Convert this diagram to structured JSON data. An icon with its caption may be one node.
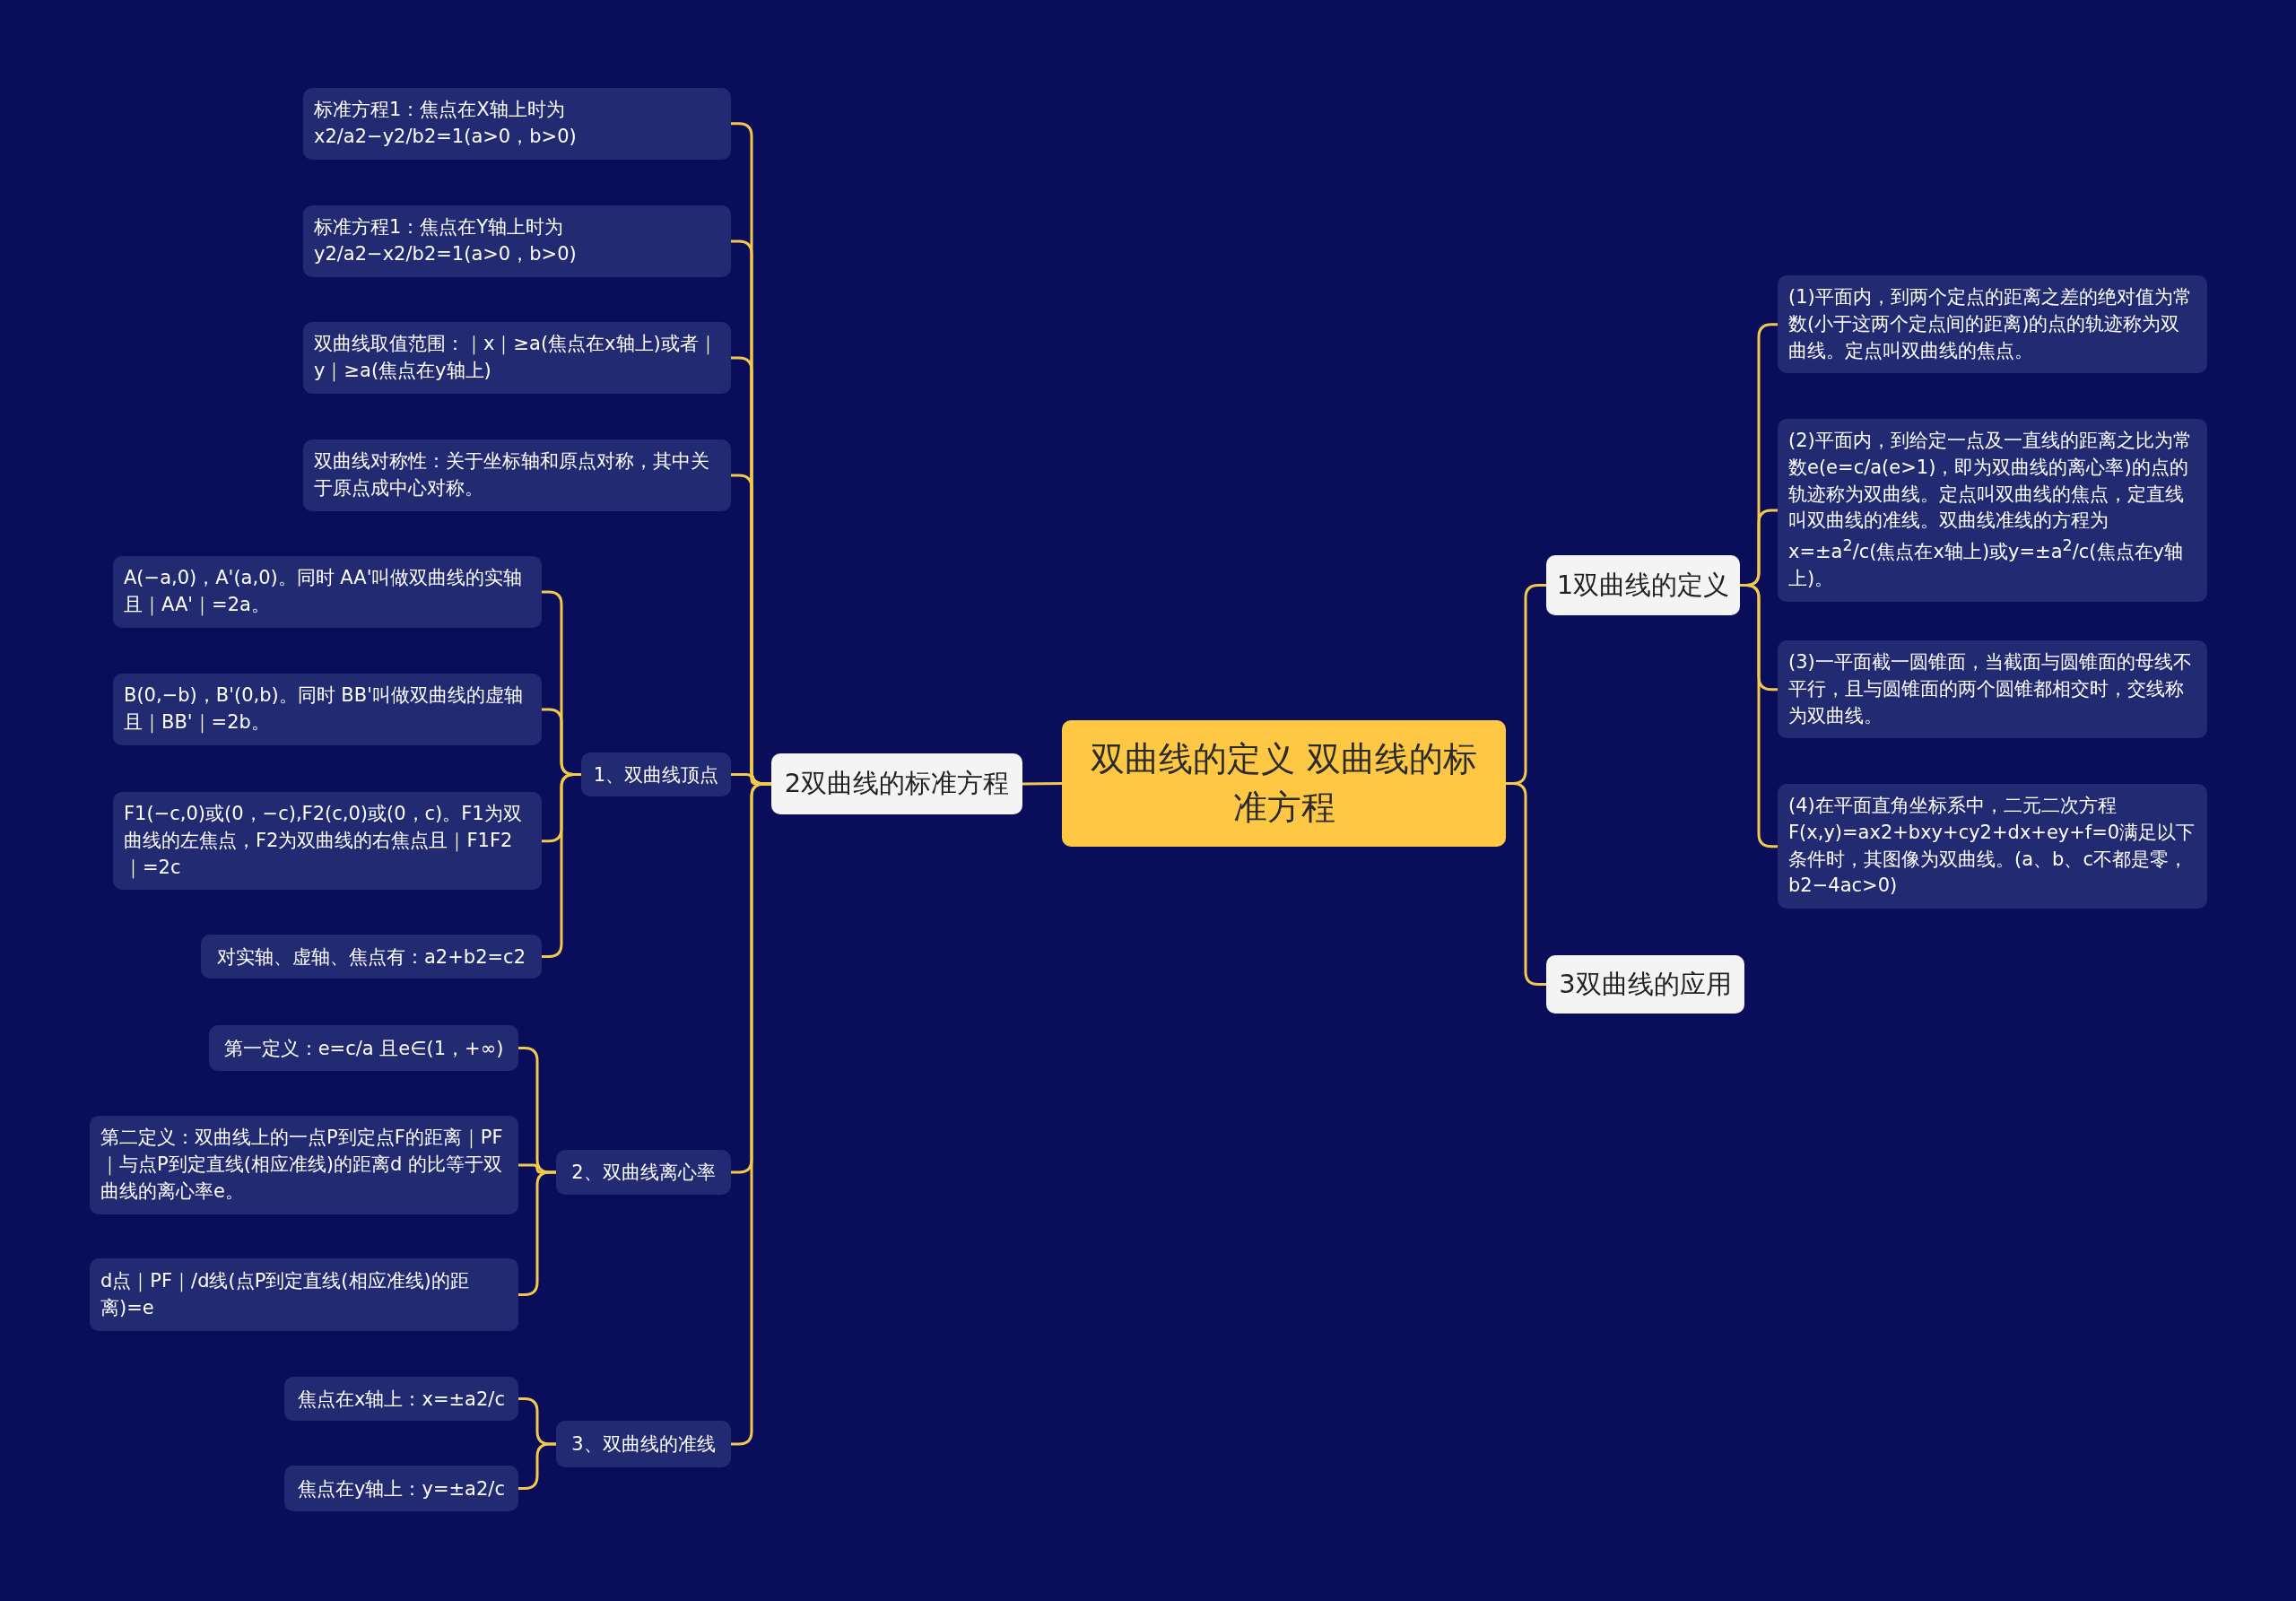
{
  "diagram": {
    "nodes": [
      {
        "text": [
          "双曲线的定义 双曲线的标准方程"
        ]
      },
      {
        "text": [
          "1双曲线的定义"
        ]
      },
      {
        "text": [
          "(1)平面内，到两个定点的距离之差的绝对值为常数(小于这两个定点间的距离)的点的轨迹称为双曲线。定点叫双曲线的焦点。"
        ]
      },
      {
        "text": [
          "(2)平面内，到给定一点及一直线的距离之比为常数e(e=c/a(e>1)，即为双曲线的离心率)的点的轨迹称为双曲线。定点叫双曲线的焦点，定直线叫双曲线的准线。双曲线准线的方程为x=±a$^{2}$/c(焦点在x轴上)或y=±a$^{2}$/c(焦点在y轴上)。"
        ]
      },
      {
        "text": [
          "(3)一平面截一圆锥面，当截面与圆锥面的母线不平行，且与圆锥面的两个圆锥都相交时，交线称为双曲线。"
        ]
      },
      {
        "text": [
          "(4)在平面直角坐标系中，二元二次方程F(x,y)=ax2+bxy+cy2+dx+ey+f=0满足以下条件时，其图像为双曲线。(a、b、c不都是零，b2−4ac>0)"
        ]
      },
      {
        "text": [
          "3双曲线的应用"
        ]
      },
      {
        "text": [
          "2双曲线的标准方程"
        ]
      },
      {
        "text": [
          "标准方程1：焦点在X轴上时为x2/a2−y2/b2=1(a>0，b>0)"
        ]
      },
      {
        "text": [
          "标准方程1：焦点在Y轴上时为y2/a2−x2/b2=1(a>0，b>0)"
        ]
      },
      {
        "text": [
          "双曲线取值范围：｜x｜≥a(焦点在x轴上)或者｜y｜≥a(焦点在y轴上)"
        ]
      },
      {
        "text": [
          "双曲线对称性：关于坐标轴和原点对称，其中关于原点成中心对称。"
        ]
      },
      {
        "text": [
          "1、双曲线顶点"
        ]
      },
      {
        "text": [
          "A(−a,0)，A'(a,0)。同时 AA'叫做双曲线的实轴且｜AA'｜=2a。"
        ]
      },
      {
        "text": [
          "B(0,−b)，B'(0,b)。同时 BB'叫做双曲线的虚轴且｜BB'｜=2b。"
        ]
      },
      {
        "text": [
          "F1(−c,0)或(0，−c),F2(c,0)或(0，c)。F1为双曲线的左焦点，F2为双曲线的右焦点且｜F1F2｜=2c"
        ]
      },
      {
        "text": [
          "对实轴、虚轴、焦点有：a2+b2=c2"
        ]
      },
      {
        "text": [
          "2、双曲线离心率"
        ]
      },
      {
        "text": [
          "第一定义：e=c/a 且e∈(1，+∞)"
        ]
      },
      {
        "text": [
          "第二定义：双曲线上的一点P到定点F的距离｜PF｜与点P到定直线(相应准线)的距离d 的比等于双曲线的离心率e。"
        ]
      },
      {
        "text": [
          "d点｜PF｜/d线(点P到定直线(相应准线)的距离)=e"
        ]
      },
      {
        "text": [
          "3、双曲线的准线"
        ]
      },
      {
        "text": [
          "焦点在x轴上：x=±a2/c"
        ]
      },
      {
        "text": [
          "焦点在y轴上：y=±a2/c"
        ]
      }
    ],
    "edges": [
      {
        "from": 0,
        "to": 1,
        "arrow": "none"
      },
      {
        "from": 1,
        "to": 2,
        "arrow": "none"
      },
      {
        "from": 1,
        "to": 3,
        "arrow": "none"
      },
      {
        "from": 1,
        "to": 4,
        "arrow": "none"
      },
      {
        "from": 1,
        "to": 5,
        "arrow": "none"
      },
      {
        "from": 0,
        "to": 6,
        "arrow": "none"
      },
      {
        "from": 0,
        "to": 7,
        "arrow": "none"
      },
      {
        "from": 7,
        "to": 8,
        "arrow": "none"
      },
      {
        "from": 7,
        "to": 9,
        "arrow": "none"
      },
      {
        "from": 7,
        "to": 10,
        "arrow": "none"
      },
      {
        "from": 7,
        "to": 11,
        "arrow": "none"
      },
      {
        "from": 7,
        "to": 12,
        "arrow": "none"
      },
      {
        "from": 12,
        "to": 13,
        "arrow": "none"
      },
      {
        "from": 12,
        "to": 14,
        "arrow": "none"
      },
      {
        "from": 12,
        "to": 15,
        "arrow": "none"
      },
      {
        "from": 12,
        "to": 16,
        "arrow": "none"
      },
      {
        "from": 7,
        "to": 17,
        "arrow": "none"
      },
      {
        "from": 17,
        "to": 18,
        "arrow": "none"
      },
      {
        "from": 17,
        "to": 19,
        "arrow": "none"
      },
      {
        "from": 17,
        "to": 20,
        "arrow": "none"
      },
      {
        "from": 7,
        "to": 21,
        "arrow": "none"
      },
      {
        "from": 21,
        "to": 22,
        "arrow": "none"
      },
      {
        "from": 21,
        "to": 23,
        "arrow": "none"
      }
    ]
  }
}
